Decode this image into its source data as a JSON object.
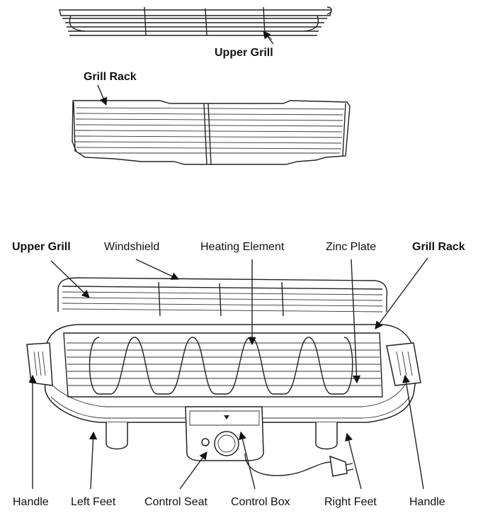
{
  "labels": {
    "top_upper_grill": "Upper Grill",
    "top_grill_rack": "Grill Rack",
    "upper_grill": "Upper Grill",
    "windshield": "Windshield",
    "heating_element": "Heating Element",
    "zinc_plate": "Zinc Plate",
    "grill_rack": "Grill Rack",
    "handle_left": "Handle",
    "left_feet": "Left Feet",
    "control_seat": "Control Seat",
    "control_box": "Control Box",
    "right_feet": "Right Feet",
    "handle_right": "Handle"
  }
}
